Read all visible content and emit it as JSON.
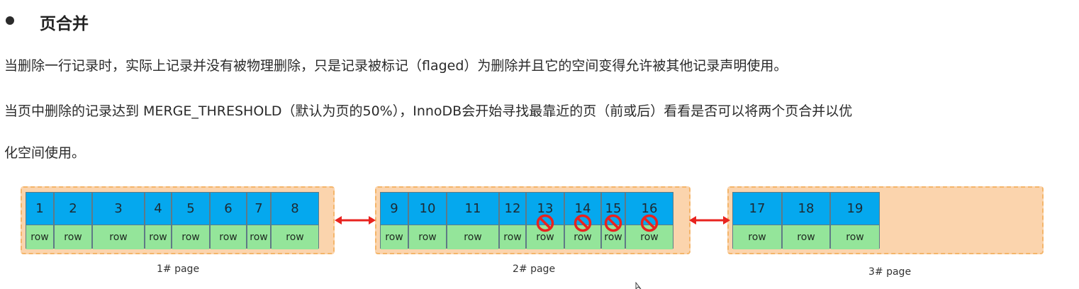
{
  "heading": "页合并",
  "paragraphs": [
    "当删除一行记录时，实际上记录并没有被物理删除，只是记录被标记（flaged）为删除并且它的空间变得允许被其他记录声明使用。",
    "当页中删除的记录达到 MERGE_THRESHOLD（默认为页的50%），InnoDB会开始寻找最靠近的页（前或后）看看是否可以将两个页合并以优",
    "化空间使用。"
  ],
  "pages": [
    {
      "caption": "1#  page",
      "records": [
        {
          "id": "1",
          "row": "row"
        },
        {
          "id": "2",
          "row": "row"
        },
        {
          "id": "3",
          "row": "row"
        },
        {
          "id": "4",
          "row": "row"
        },
        {
          "id": "5",
          "row": "row"
        },
        {
          "id": "6",
          "row": "row"
        },
        {
          "id": "7",
          "row": "row"
        },
        {
          "id": "8",
          "row": "row"
        }
      ]
    },
    {
      "caption": "2#  page",
      "records": [
        {
          "id": "9",
          "row": "row"
        },
        {
          "id": "10",
          "row": "row"
        },
        {
          "id": "11",
          "row": "row"
        },
        {
          "id": "12",
          "row": "row"
        },
        {
          "id": "13",
          "row": "row",
          "deleted": true
        },
        {
          "id": "14",
          "row": "row",
          "deleted": true
        },
        {
          "id": "15",
          "row": "row",
          "deleted": true
        },
        {
          "id": "16",
          "row": "row",
          "deleted": true
        }
      ]
    },
    {
      "caption": "3#  page",
      "records": [
        {
          "id": "17",
          "row": "row"
        },
        {
          "id": "18",
          "row": "row"
        },
        {
          "id": "19",
          "row": "row"
        }
      ]
    }
  ],
  "colors": {
    "record_id": "#05a8ee",
    "record_row": "#94e59a",
    "page_bg": "#fbd4ad",
    "page_border": "#f4b56a",
    "arrow": "#e8231f",
    "deleted_mark": "#e8231f"
  },
  "icons": {
    "bullet": "bullet-dot-icon",
    "deleted": "prohibited-icon",
    "link": "double-arrow-icon",
    "cursor": "mouse-cursor-icon"
  }
}
